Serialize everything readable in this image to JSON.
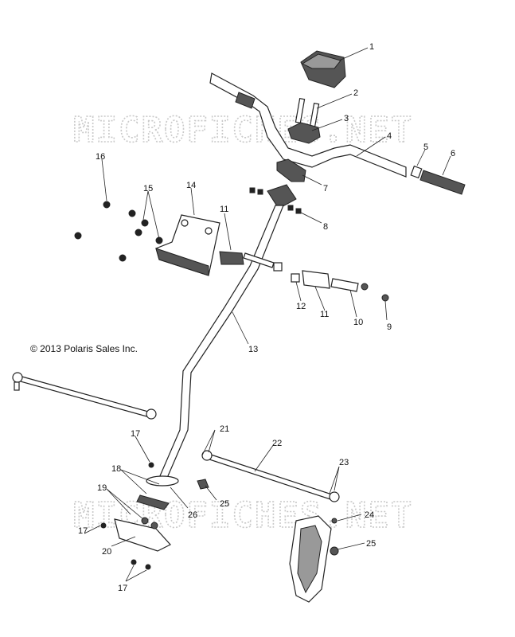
{
  "copyright": "© 2013 Polaris Sales Inc.",
  "watermarks": [
    "MICROFICHES.NET",
    "MICROFICHES.NET"
  ],
  "callouts": [
    "1",
    "2",
    "3",
    "4",
    "5",
    "6",
    "7",
    "8",
    "9",
    "10",
    "11",
    "11",
    "12",
    "13",
    "14",
    "15",
    "16",
    "17",
    "17",
    "17",
    "18",
    "19",
    "20",
    "21",
    "22",
    "23",
    "24",
    "25",
    "25",
    "26"
  ]
}
